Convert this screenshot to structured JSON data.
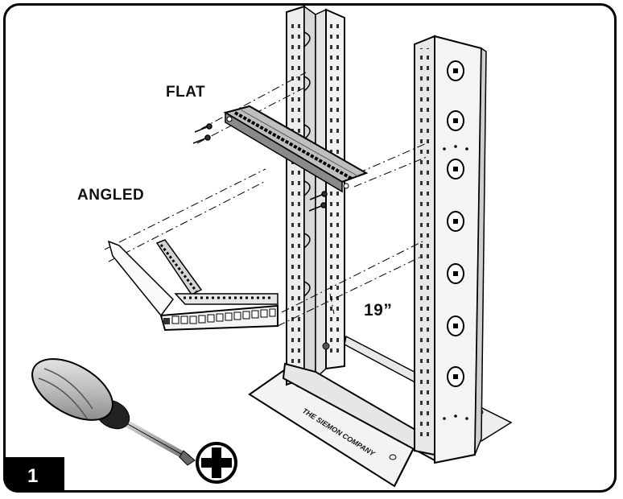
{
  "labels": {
    "flat": "FLAT",
    "angled": "ANGLED",
    "rack_width": "19”",
    "company": "THE SIEMON COMPANY"
  },
  "step_number": "1",
  "icons": {
    "tool": "phillips-screwdriver-icon",
    "drive": "phillips-head-icon"
  }
}
